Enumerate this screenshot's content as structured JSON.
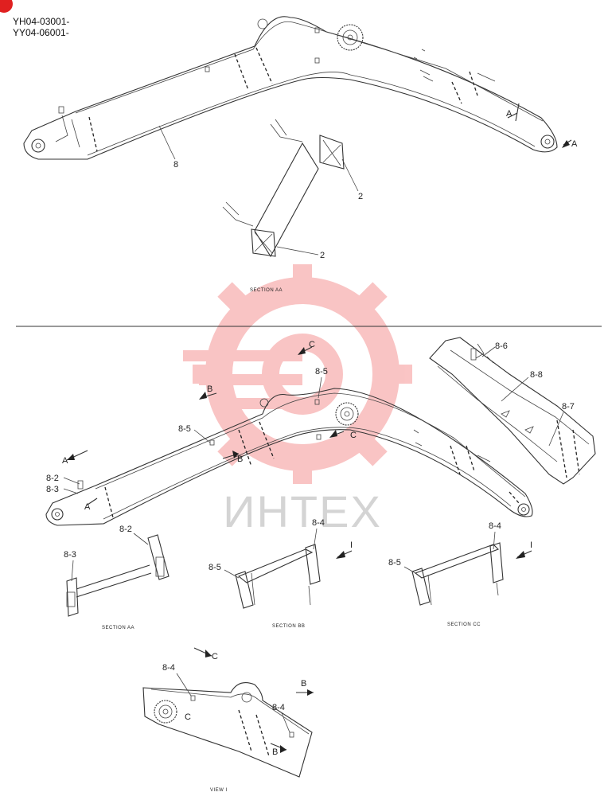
{
  "header": {
    "code1": "YH04-03001-",
    "code2": "YY04-06001-"
  },
  "watermark": {
    "text": "ИНТЕХ",
    "color": "#f05a5a"
  },
  "top": {
    "labels": {
      "part8": "8",
      "arrowA1": "A",
      "arrowA2": "A",
      "part2a": "2",
      "part2b": "2"
    },
    "section_label": "SECTION AA"
  },
  "bottom": {
    "labels": {
      "c_top": "C",
      "b_top": "B",
      "p85_top": "8-5",
      "p85_left": "8-5",
      "b_mid": "B",
      "c_mid": "C",
      "a_left": "A",
      "p82": "8-2",
      "p83": "8-3",
      "a_small": "A",
      "p86": "8-6",
      "p88": "8-8",
      "p87": "8-7"
    }
  },
  "sections": {
    "aa": {
      "label": "SECTION AA",
      "p82": "8-2",
      "p83": "8-3"
    },
    "bb": {
      "label": "SECTION BB",
      "p84": "8-4",
      "p85": "8-5",
      "arrow": "I"
    },
    "cc": {
      "label": "SECTION CC",
      "p84": "8-4",
      "p85": "8-5",
      "arrow": "I"
    }
  },
  "view": {
    "label": "VIEW I",
    "c_arrow": "C",
    "b_arrow": "B",
    "p84a": "8-4",
    "p84b": "8-4",
    "c_pin": "C",
    "b_low": "B"
  }
}
